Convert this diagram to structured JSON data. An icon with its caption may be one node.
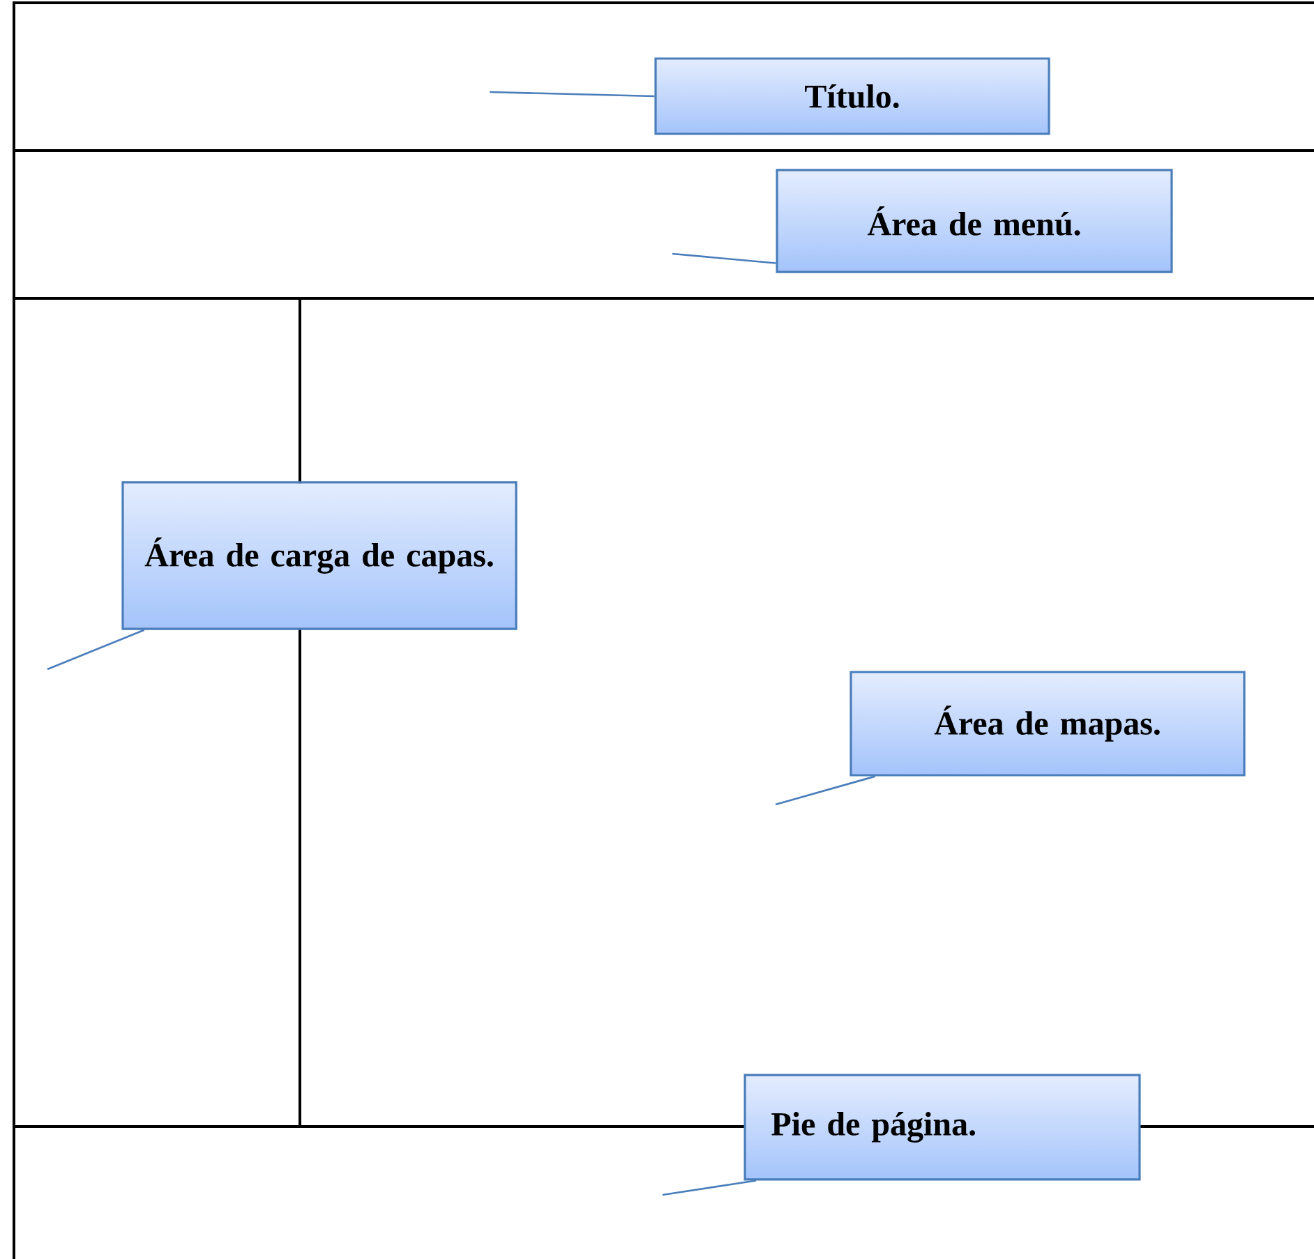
{
  "diagram": {
    "nodes": [
      {
        "text": [
          "Título."
        ]
      },
      {
        "text": [
          "Área de menú."
        ]
      },
      {
        "text": [
          "Área de carga de capas."
        ]
      },
      {
        "text": [
          "Área de mapas."
        ]
      },
      {
        "text": [
          "Pie de página."
        ]
      }
    ],
    "edges": [
      {
        "from": 0,
        "to": null,
        "arrow": "none"
      },
      {
        "from": 1,
        "to": null,
        "arrow": "none"
      },
      {
        "from": 2,
        "to": null,
        "arrow": "none"
      },
      {
        "from": 3,
        "to": null,
        "arrow": "none"
      },
      {
        "from": 4,
        "to": null,
        "arrow": "none"
      }
    ]
  }
}
